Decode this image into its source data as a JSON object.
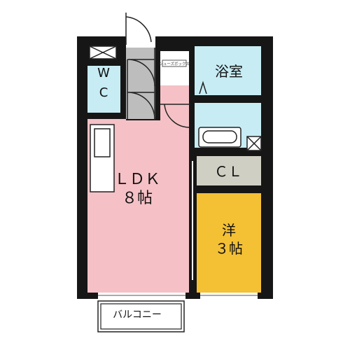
{
  "floor_plan": {
    "rooms": {
      "ldk": {
        "name": "ＬＤＫ",
        "size": "８帖"
      },
      "western": {
        "name": "洋",
        "size": "３帖"
      },
      "bath": {
        "name": "浴室"
      },
      "wc": {
        "line1": "W",
        "line2": "C"
      },
      "closet": {
        "name": "ＣＬ"
      },
      "shoe_storage": {
        "name": "シューズボックス"
      },
      "balcony": {
        "name": "バルコニー"
      }
    },
    "colors": {
      "ldk": "#f5c1c6",
      "western": "#f4c034",
      "water_area": "#c7ecf4",
      "closet": "#cfcfc4",
      "wall": "#161616",
      "storage_gray": "#bdbdbd"
    }
  }
}
